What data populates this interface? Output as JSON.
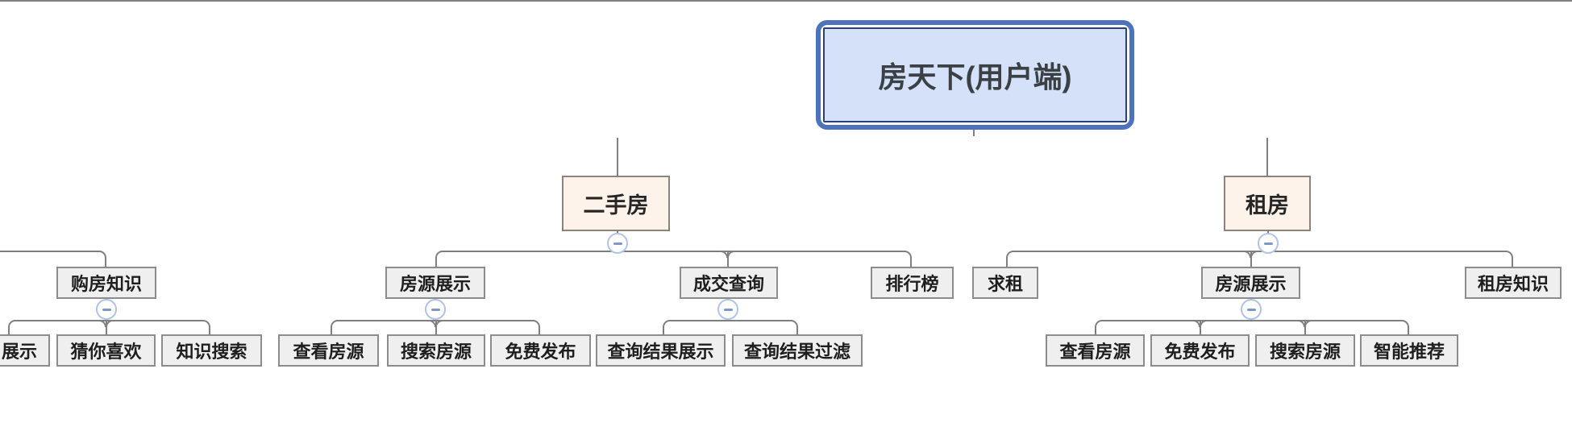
{
  "diagram_title": "房天下(用户端) mind map",
  "colors": {
    "root_border": "#4e73bd",
    "root_inner_border": "#2c4370",
    "root_fill": "#d4e1f9",
    "branch_fill": "#fdf3ea",
    "branch_border": "#8a847c",
    "leaf_fill": "#efefef",
    "leaf_border": "#8c8c8c",
    "connector": "#7f7f7f",
    "collapse_ring": "#b1c3e7",
    "collapse_minus": "#7e97c6"
  },
  "icons": {
    "collapse": "minus-in-circle"
  },
  "nodes": {
    "root": {
      "label": "房天下(用户端)"
    },
    "secondhand": {
      "label": "二手房"
    },
    "rent": {
      "label": "租房"
    },
    "buy_knowledge": {
      "label": "购房知识"
    },
    "bk_show": {
      "label": "展示"
    },
    "bk_guess": {
      "label": "猜你喜欢"
    },
    "bk_search": {
      "label": "知识搜索"
    },
    "sh_listing": {
      "label": "房源展示"
    },
    "sh_view": {
      "label": "查看房源"
    },
    "sh_search": {
      "label": "搜索房源"
    },
    "sh_free": {
      "label": "免费发布"
    },
    "sh_deal": {
      "label": "成交查询"
    },
    "deal_show": {
      "label": "查询结果展示"
    },
    "deal_filter": {
      "label": "查询结果过滤"
    },
    "sh_rank": {
      "label": "排行榜"
    },
    "rent_seek": {
      "label": "求租"
    },
    "rent_listing": {
      "label": "房源展示"
    },
    "rent_view": {
      "label": "查看房源"
    },
    "rent_free": {
      "label": "免费发布"
    },
    "rent_search": {
      "label": "搜索房源"
    },
    "rent_smart": {
      "label": "智能推荐"
    },
    "rent_knowledge": {
      "label": "租房知识"
    }
  },
  "structure": {
    "root": [
      "secondhand",
      "rent"
    ],
    "secondhand": [
      "sh_listing",
      "sh_deal",
      "sh_rank"
    ],
    "rent": [
      "rent_seek",
      "rent_listing",
      "rent_knowledge"
    ],
    "buy_knowledge_parent": "offscreen-left",
    "buy_knowledge": [
      "bk_show",
      "bk_guess",
      "bk_search"
    ],
    "sh_listing": [
      "sh_view",
      "sh_search",
      "sh_free"
    ],
    "sh_deal": [
      "deal_show",
      "deal_filter"
    ],
    "rent_listing": [
      "rent_view",
      "rent_free",
      "rent_search",
      "rent_smart"
    ]
  }
}
